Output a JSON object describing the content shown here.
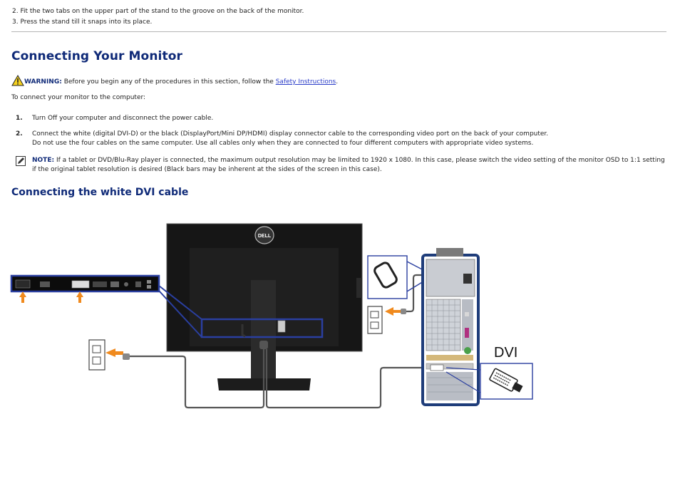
{
  "top_steps": [
    "2. Fit the two tabs on the upper part of the stand to the groove on the back of the monitor.",
    "3. Press the stand till it snaps into its place."
  ],
  "heading": "Connecting Your Monitor",
  "warning": {
    "icon": "warning-triangle-icon",
    "label": "WARNING:",
    "text": " Before you begin any of the procedures in this section, follow the ",
    "link": "Safety Instructions",
    "end": "."
  },
  "intro": "To connect your monitor to the computer:",
  "steps": [
    {
      "num": "1.",
      "lines": [
        "Turn Off your computer and disconnect the power cable."
      ]
    },
    {
      "num": "2.",
      "lines": [
        "Connect the white (digital DVI-D) or the black (DisplayPort/Mini DP/HDMI) display connector cable to the corresponding video port on the back of your computer.",
        "Do not use the four cables on the same computer. Use all cables only when they are connected to four different computers with appropriate video systems."
      ]
    }
  ],
  "note": {
    "icon": "note-pencil-icon",
    "label": "NOTE:",
    "text": " If a tablet or DVD/Blu-Ray player is connected, the maximum output resolution may be limited to 1920 x 1080. In this case, please switch the video setting of the monitor OSD to 1:1 setting if the original tablet resolution is desired (Black bars may be inherent at the sides of the screen in this case)."
  },
  "subheading": "Connecting the white DVI cable",
  "diagram": {
    "dvi_label": "DVI",
    "monitor_logo": "DELL",
    "colors": {
      "arrow": "#f08a1e",
      "callout": "#2a3fa0",
      "tower": "#1f3d7a",
      "cable": "#555555"
    }
  }
}
